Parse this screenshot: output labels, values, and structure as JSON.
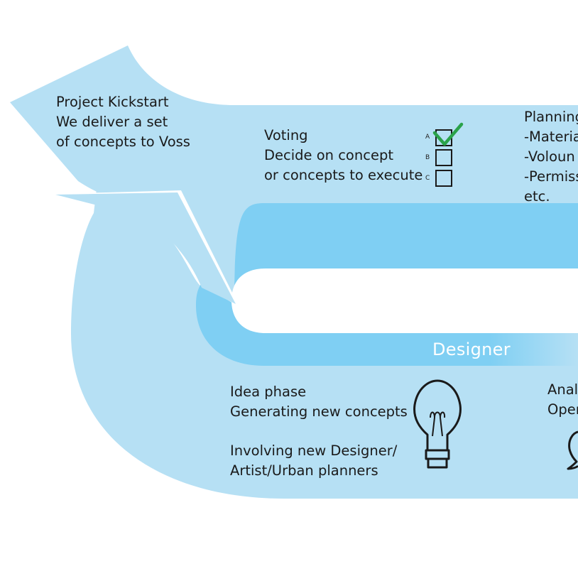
{
  "colors": {
    "light_band": "#b6e0f4",
    "mid_band": "#7fcff3",
    "check": "#2aa24a",
    "outline": "#1a1a1a"
  },
  "kickstart": {
    "lines": [
      "Project Kickstart",
      "We deliver a set",
      "of concepts to Voss"
    ]
  },
  "voting": {
    "lines": [
      "Voting",
      "Decide on concept",
      "or concepts to execute"
    ],
    "options": [
      {
        "letter": "A",
        "checked": true
      },
      {
        "letter": "B",
        "checked": false
      },
      {
        "letter": "C",
        "checked": false
      }
    ]
  },
  "planning": {
    "lines": [
      "Planning",
      "-Materia",
      "-Voloun",
      "-Permiss",
      "etc."
    ]
  },
  "band_label": "Designer",
  "idea": {
    "lines": [
      "Idea phase",
      "Generating new concepts",
      "",
      "Involving new Designer/",
      "Artist/Urban planners"
    ],
    "icon": "lightbulb-icon"
  },
  "analysis": {
    "lines": [
      "Anal",
      "Oper"
    ],
    "icon": "speech-bubble-icon"
  }
}
